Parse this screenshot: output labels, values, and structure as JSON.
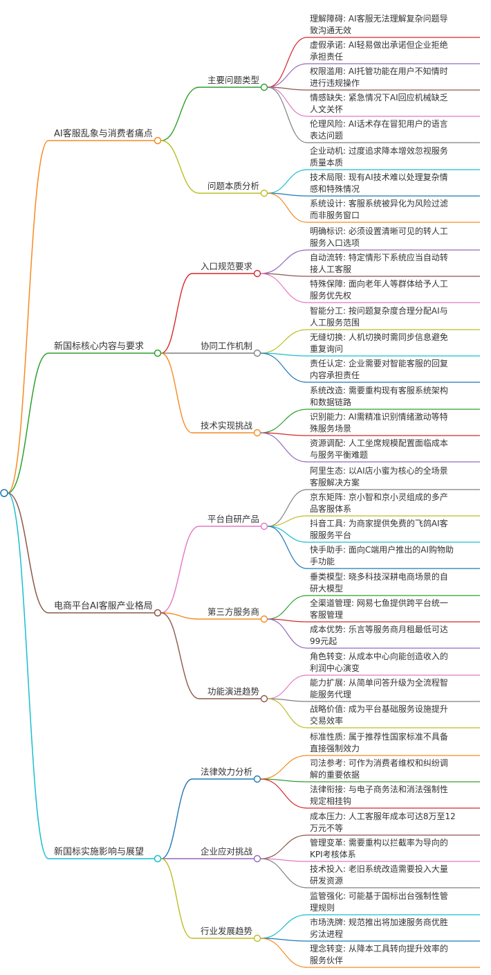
{
  "palette": [
    "#f58a1f",
    "#f58a1f",
    "#2ca02c",
    "#c0c000",
    "#d62728",
    "#9467bd",
    "#5a3a2e",
    "#1ea5c8",
    "#e377c2",
    "#8c564b",
    "#7f7f7f",
    "#1f77b4",
    "#bcbd22",
    "#17becf"
  ],
  "root": {
    "color": "#1f77b4",
    "children": [
      {
        "label": "AI客服乱象与消费者痛点",
        "color": "#f58a1f",
        "children": [
          {
            "label": "主要问题类型",
            "color": "#2ca02c",
            "children": [
              {
                "lines": [
                  "理解障碍: AI客服无法理解复杂问题导",
                  "致沟通无效"
                ],
                "color": "#d62728"
              },
              {
                "lines": [
                  "虚假承诺: AI轻易做出承诺但企业拒绝",
                  "承担责任"
                ],
                "color": "#9467bd"
              },
              {
                "lines": [
                  "权限滥用: AI托管功能在用户不知情时",
                  "进行违规操作"
                ],
                "color": "#8c564b"
              },
              {
                "lines": [
                  "情感缺失: 紧急情况下AI回应机械缺乏",
                  "人文关怀"
                ],
                "color": "#e377c2"
              },
              {
                "lines": [
                  "伦理风险: AI话术存在冒犯用户的语言",
                  "表达问题"
                ],
                "color": "#7f7f7f"
              }
            ]
          },
          {
            "label": "问题本质分析",
            "color": "#bcbd22",
            "children": [
              {
                "lines": [
                  "企业动机: 过度追求降本增效忽视服务",
                  "质量本质"
                ],
                "color": "#17becf"
              },
              {
                "lines": [
                  "技术局限: 现有AI技术难以处理复杂情",
                  "感和特殊情况"
                ],
                "color": "#1f77b4"
              },
              {
                "lines": [
                  "系统设计: 客服系统被异化为风险过滤",
                  "而非服务窗口"
                ],
                "color": "#f58a1f"
              }
            ]
          }
        ]
      },
      {
        "label": "新国标核心内容与要求",
        "color": "#2ca02c",
        "children": [
          {
            "label": "入口规范要求",
            "color": "#d62728",
            "children": [
              {
                "lines": [
                  "明确标识: 必须设置清晰可见的转人工",
                  "服务入口选项"
                ],
                "color": "#9467bd"
              },
              {
                "lines": [
                  "自动流转: 特定情形下系统应当自动转",
                  "接人工客服"
                ],
                "color": "#8c564b"
              },
              {
                "lines": [
                  "特殊保障: 面向老年人等群体给予人工",
                  "服务优先权"
                ],
                "color": "#e377c2"
              }
            ]
          },
          {
            "label": "协同工作机制",
            "color": "#7f7f7f",
            "children": [
              {
                "lines": [
                  "智能分工: 按问题复杂度合理分配AI与",
                  "人工服务范围"
                ],
                "color": "#bcbd22"
              },
              {
                "lines": [
                  "无缝切换: 人机切换时需同步信息避免",
                  "重复询问"
                ],
                "color": "#17becf"
              },
              {
                "lines": [
                  "责任认定: 企业需要对智能客服的回复",
                  "内容承担责任"
                ],
                "color": "#1f77b4"
              }
            ]
          },
          {
            "label": "技术实现挑战",
            "color": "#f58a1f",
            "children": [
              {
                "lines": [
                  "系统改造: 需要重构现有客服系统架构",
                  "和数据链路"
                ],
                "color": "#2ca02c"
              },
              {
                "lines": [
                  "识别能力: AI需精准识别情绪激动等特",
                  "殊服务场景"
                ],
                "color": "#d62728"
              },
              {
                "lines": [
                  "资源调配: 人工坐席规模配置面临成本",
                  "与服务平衡难题"
                ],
                "color": "#9467bd"
              }
            ]
          }
        ]
      },
      {
        "label": "电商平台AI客服产业格局",
        "color": "#8c564b",
        "children": [
          {
            "label": "平台自研产品",
            "color": "#e377c2",
            "children": [
              {
                "lines": [
                  "阿里生态: 以AI店小蜜为核心的全场景",
                  "客服解决方案"
                ],
                "color": "#7f7f7f"
              },
              {
                "lines": [
                  "京东矩阵: 京小智和京小灵组成的多产",
                  "品客服体系"
                ],
                "color": "#bcbd22"
              },
              {
                "lines": [
                  "抖音工具: 为商家提供免费的飞鸽AI客",
                  "服服务平台"
                ],
                "color": "#17becf"
              },
              {
                "lines": [
                  "快手助手: 面向C端用户推出的AI购物助",
                  "手功能"
                ],
                "color": "#1f77b4"
              }
            ]
          },
          {
            "label": "第三方服务商",
            "color": "#f58a1f",
            "children": [
              {
                "lines": [
                  "垂类模型: 晓多科技深耕电商场景的自",
                  "研大模型"
                ],
                "color": "#2ca02c"
              },
              {
                "lines": [
                  "全渠道管理: 网易七鱼提供跨平台统一",
                  "客服管理"
                ],
                "color": "#d62728"
              },
              {
                "lines": [
                  "成本优势: 乐言等服务商月租最低可达",
                  "99元起"
                ],
                "color": "#9467bd"
              }
            ]
          },
          {
            "label": "功能演进趋势",
            "color": "#8c564b",
            "children": [
              {
                "lines": [
                  "角色转变: 从成本中心向能创造收入的",
                  "利润中心演变"
                ],
                "color": "#e377c2"
              },
              {
                "lines": [
                  "能力扩展: 从简单问答升级为全流程智",
                  "能服务代理"
                ],
                "color": "#7f7f7f"
              },
              {
                "lines": [
                  "战略价值: 成为平台基础服务设施提升",
                  "交易效率"
                ],
                "color": "#bcbd22"
              }
            ]
          }
        ]
      },
      {
        "label": "新国标实施影响与展望",
        "color": "#17becf",
        "children": [
          {
            "label": "法律效力分析",
            "color": "#1f77b4",
            "children": [
              {
                "lines": [
                  "标准性质: 属于推荐性国家标准不具备",
                  "直接强制效力"
                ],
                "color": "#f58a1f"
              },
              {
                "lines": [
                  "司法参考: 可作为消费者维权和纠纷调",
                  "解的重要依据"
                ],
                "color": "#2ca02c"
              },
              {
                "lines": [
                  "法律衔接: 与电子商务法和消法强制性",
                  "规定相挂钩"
                ],
                "color": "#d62728"
              }
            ]
          },
          {
            "label": "企业应对挑战",
            "color": "#9467bd",
            "children": [
              {
                "lines": [
                  "成本压力: 人工客服年成本可达8万至12",
                  "万元不等"
                ],
                "color": "#8c564b"
              },
              {
                "lines": [
                  "管理变革: 需要重构以拦截率为导向的",
                  "KPI考核体系"
                ],
                "color": "#e377c2"
              },
              {
                "lines": [
                  "技术投入: 老旧系统改造需要投入大量",
                  "研发资源"
                ],
                "color": "#7f7f7f"
              }
            ]
          },
          {
            "label": "行业发展趋势",
            "color": "#bcbd22",
            "children": [
              {
                "lines": [
                  "监管强化: 可能基于国标出台强制性管",
                  "理规则"
                ],
                "color": "#17becf"
              },
              {
                "lines": [
                  "市场洗牌: 规范推出将加速服务商优胜",
                  "劣汰进程"
                ],
                "color": "#1f77b4"
              },
              {
                "lines": [
                  "理念转变: 从降本工具转向提升效率的",
                  "服务伙伴"
                ],
                "color": "#f58a1f"
              }
            ]
          }
        ]
      }
    ]
  }
}
